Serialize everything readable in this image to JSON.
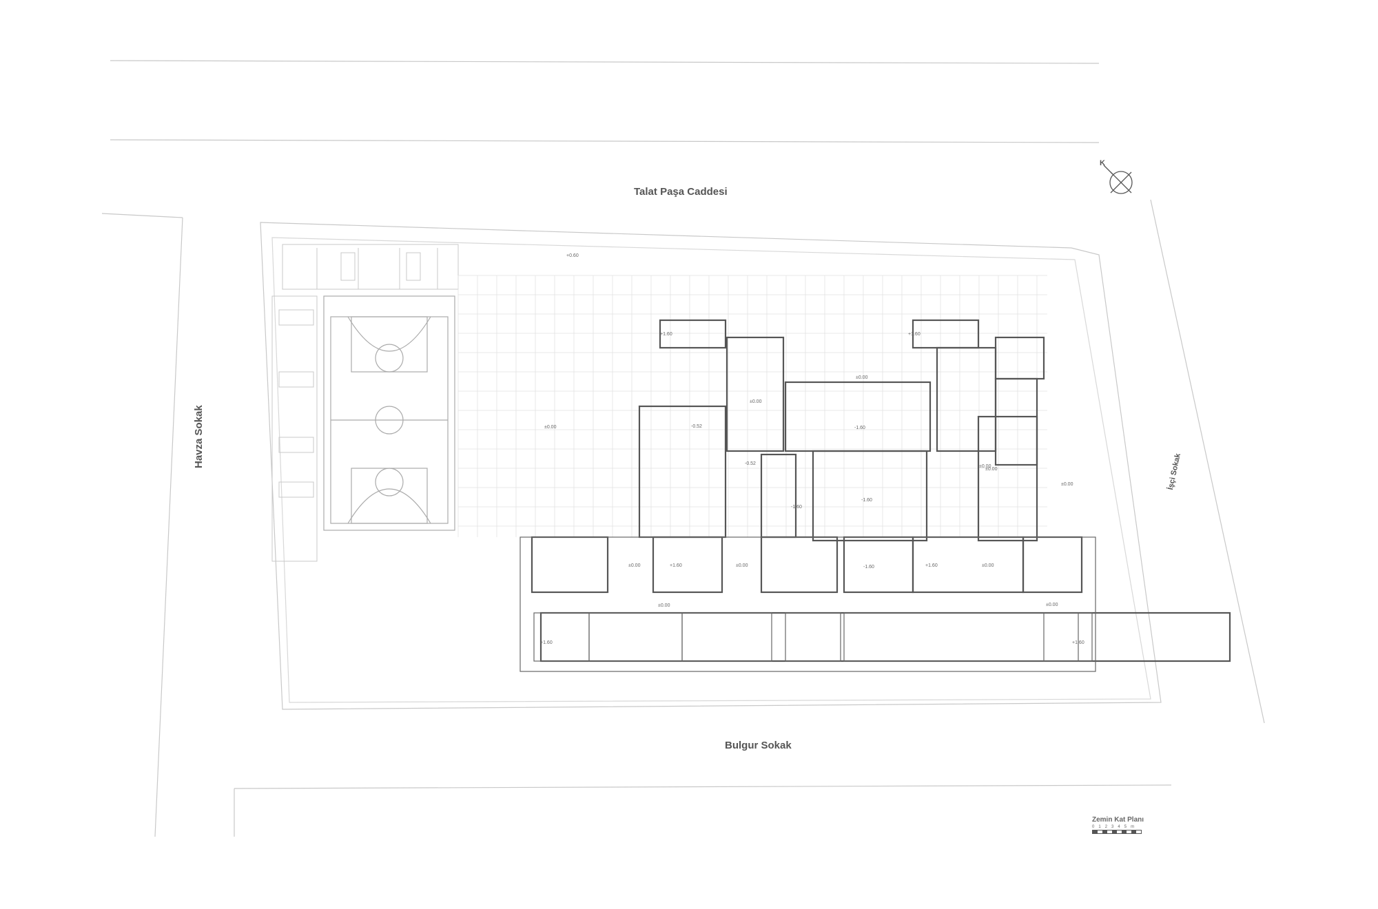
{
  "streets": {
    "north": "Talat Paşa Caddesi",
    "south": "Bulgur Sokak",
    "west": "Havza Sokak",
    "east": "İşçi Sokak"
  },
  "north_arrow": "K",
  "legend": {
    "title": "Zemin Kat Planı",
    "scale_ticks": [
      "0",
      "1",
      "2",
      "3",
      "4",
      "5"
    ],
    "unit": "m"
  },
  "levels": {
    "l1": "±0.00",
    "l2": "±0.00",
    "l3": "±0.00",
    "l4": "±0.00",
    "l5": "-1.60",
    "l6": "-1.60",
    "l7": "-1.60",
    "l8": "-1.60",
    "l9": "+1.60",
    "l10": "+1.60",
    "l11": "±0.00",
    "l12": "±0.00",
    "l13": "±0.00",
    "l14": "+1.60",
    "l15": "+1.60",
    "l16": "±0.00",
    "l17": "-0.52",
    "l18": "-0.52",
    "l19": "±0.00",
    "l20": "±0.00",
    "l21": "+1.60",
    "l22": "+1.60",
    "l23": "+0.60",
    "l24": "±0.00"
  },
  "colors": {
    "line": "#bdbdbd",
    "wall": "#555555",
    "hatch": "#cfcfcf"
  }
}
